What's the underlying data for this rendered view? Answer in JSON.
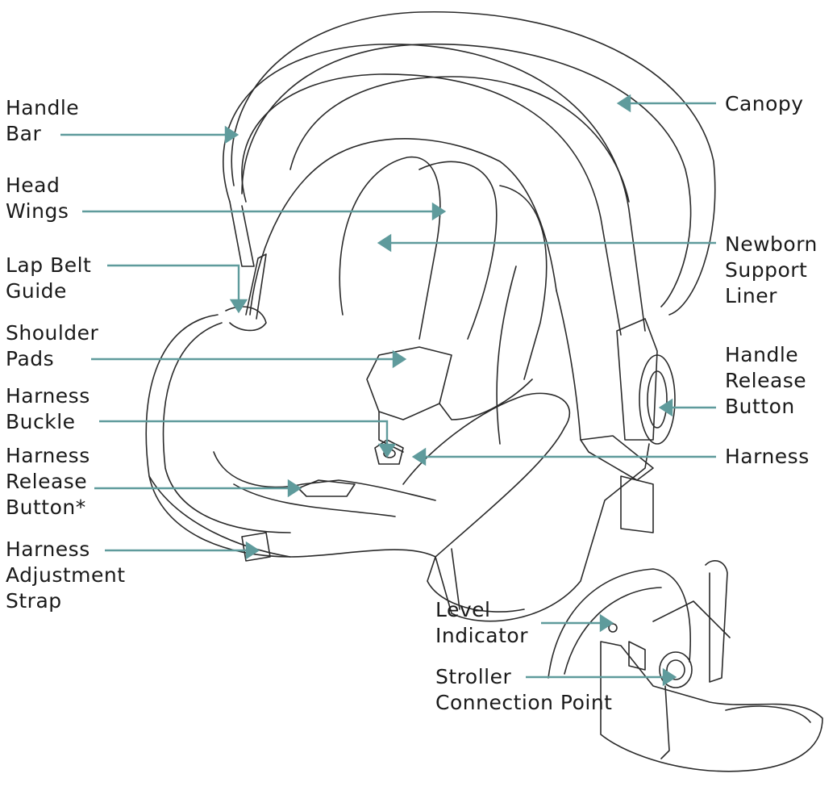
{
  "colors": {
    "leader": "#5f9b9c",
    "outline": "#2a2a2a",
    "text": "#1a1a1a",
    "background": "#ffffff"
  },
  "labels": {
    "handle_bar": [
      "Handle",
      "Bar"
    ],
    "head_wings": [
      "Head",
      "Wings"
    ],
    "lap_belt_guide": [
      "Lap Belt",
      "Guide"
    ],
    "shoulder_pads": [
      "Shoulder",
      "Pads"
    ],
    "harness_buckle": [
      "Harness",
      "Buckle"
    ],
    "harness_release_button": [
      "Harness",
      "Release",
      "Button*"
    ],
    "harness_adjustment_strap": [
      "Harness",
      "Adjustment",
      "Strap"
    ],
    "canopy": [
      "Canopy"
    ],
    "newborn_support_liner": [
      "Newborn",
      "Support",
      "Liner"
    ],
    "handle_release_button": [
      "Handle",
      "Release",
      "Button"
    ],
    "harness": [
      "Harness"
    ],
    "level_indicator": [
      "Level",
      "Indicator"
    ],
    "stroller_connection_point": [
      "Stroller",
      "Connection Point"
    ]
  }
}
